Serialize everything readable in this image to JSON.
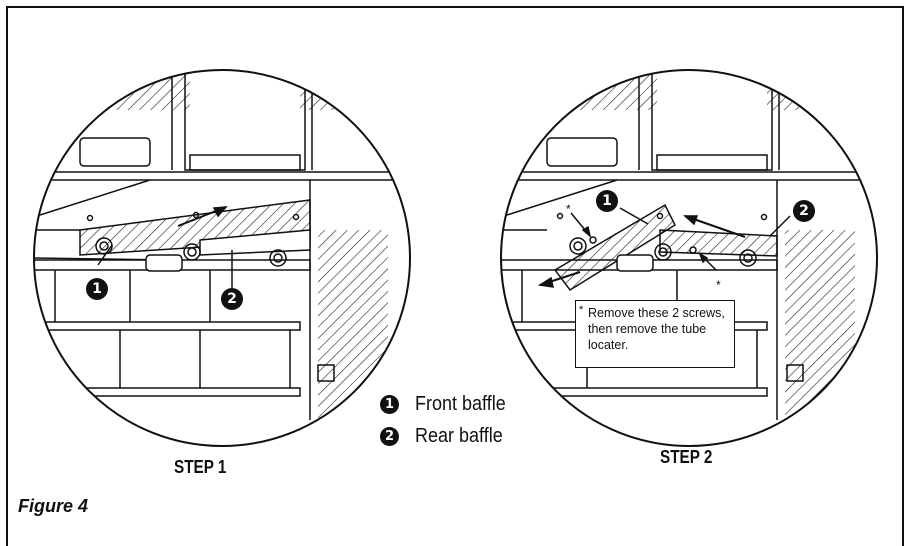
{
  "steps": [
    {
      "label": "STEP 1"
    },
    {
      "label": "STEP 2"
    }
  ],
  "legend": [
    {
      "number": "1",
      "text": "Front baffle"
    },
    {
      "number": "2",
      "text": "Rear baffle"
    }
  ],
  "callouts": {
    "front": "1",
    "rear": "2"
  },
  "note": {
    "asterisk": "*",
    "text": "Remove these 2 screws, then remove the tube locater."
  },
  "asterisk_mark": "*",
  "figure_caption": "Figure 4"
}
